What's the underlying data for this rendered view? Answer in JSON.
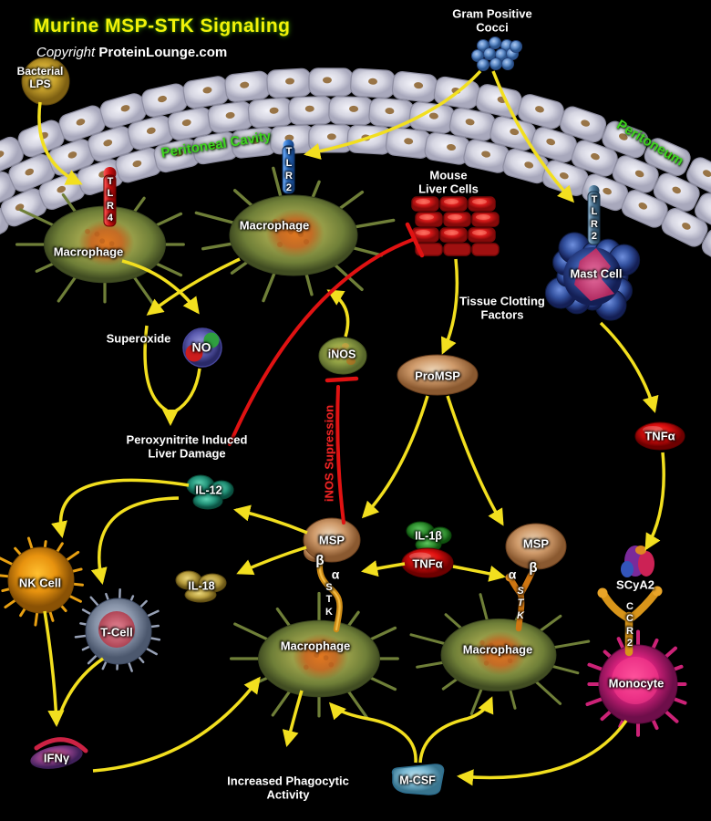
{
  "header": {
    "title": "Murine MSP-STK Signaling",
    "copyright_prefix": "Copyright ",
    "copyright_brand": "ProteinLounge.com"
  },
  "membrane": {
    "cavity": "Peritoneal Cavity",
    "name": "Peritoneum"
  },
  "colors": {
    "arrow": "#f2df1f",
    "inhibition": "#e01212",
    "title": "#f2f20a",
    "green_label": "#3ed41e"
  },
  "labels": {
    "bacterial_lps": "Bacterial\nLPS",
    "gram_cocci": "Gram Positive\nCocci",
    "tlr4": "T\nL\nR\n4",
    "tlr2_mac": "T\nL\nR\n2",
    "tlr2_mast": "T\nL\nR\n2",
    "macrophage_tl": "Macrophage",
    "macrophage_tc": "Macrophage",
    "macrophage_bl": "Macrophage",
    "macrophage_br": "Macrophage",
    "mast_cell": "Mast Cell",
    "mouse_liver": "Mouse\nLiver Cells",
    "tissue_clotting": "Tissue Clotting\nFactors",
    "superoxide": "Superoxide",
    "no": "NO",
    "inos": "iNOS",
    "inos_suppression": "iNOS Supression",
    "peroxynitrite": "Peroxynitrite Induced\nLiver Damage",
    "promsp": "ProMSP",
    "msp_left": "MSP",
    "msp_right": "MSP",
    "il12": "IL-12",
    "il18": "IL-18",
    "il1b": "IL-1β",
    "tnfa_mid": "TNFα",
    "tnfa_right": "TNFα",
    "nk_cell": "NK Cell",
    "t_cell": "T-Cell",
    "ifng": "IFNγ",
    "increased_phagocytic": "Increased Phagocytic\nActivity",
    "mcsf": "M-CSF",
    "scya2": "SCyA2",
    "ccr2": "C\nC\nR\n2",
    "monocyte": "Monocyte",
    "beta_left": "β",
    "alpha_left": "α",
    "stk_left": "S\nT\nK",
    "alpha_right": "α",
    "beta_right": "β",
    "stk_right": "S\nT\nK"
  }
}
